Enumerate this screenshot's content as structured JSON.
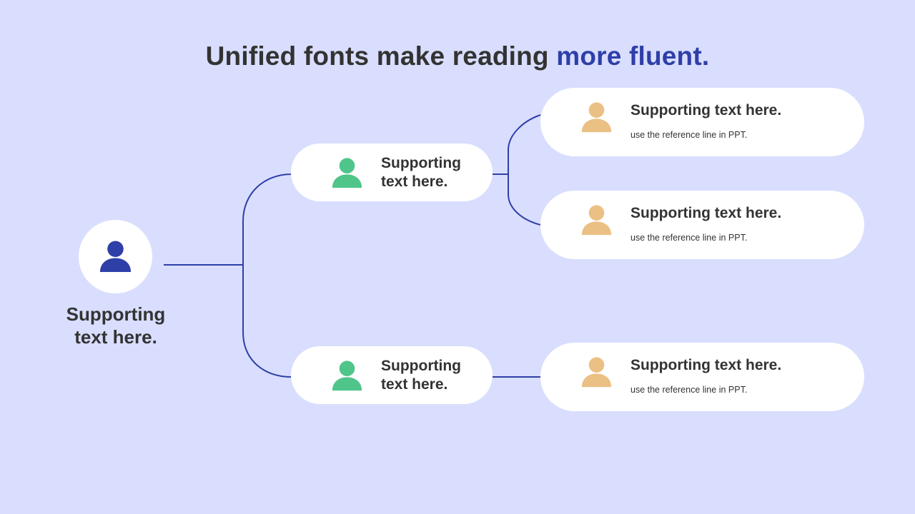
{
  "title": {
    "text_plain": "Unified fonts make reading ",
    "text_accent": "more fluent."
  },
  "colors": {
    "background": "#d9defe",
    "accent": "#2f3fa8",
    "line": "#2f3fa8",
    "root_icon": "#2f3fa8",
    "mid_icon": "#4fc58a",
    "leaf_icon": "#ebc084",
    "text": "#333333"
  },
  "root": {
    "icon": "person-icon",
    "label": "Supporting text here."
  },
  "branches": [
    {
      "label": "Supporting text here.",
      "icon": "person-icon",
      "children": [
        {
          "heading": "Supporting text here.",
          "sub": "use the reference line in PPT.",
          "icon": "person-icon"
        },
        {
          "heading": "Supporting text here.",
          "sub": "use the reference line in PPT.",
          "icon": "person-icon"
        }
      ]
    },
    {
      "label": "Supporting text here.",
      "icon": "person-icon",
      "children": [
        {
          "heading": "Supporting text here.",
          "sub": "use the reference line in PPT.",
          "icon": "person-icon"
        }
      ]
    }
  ]
}
